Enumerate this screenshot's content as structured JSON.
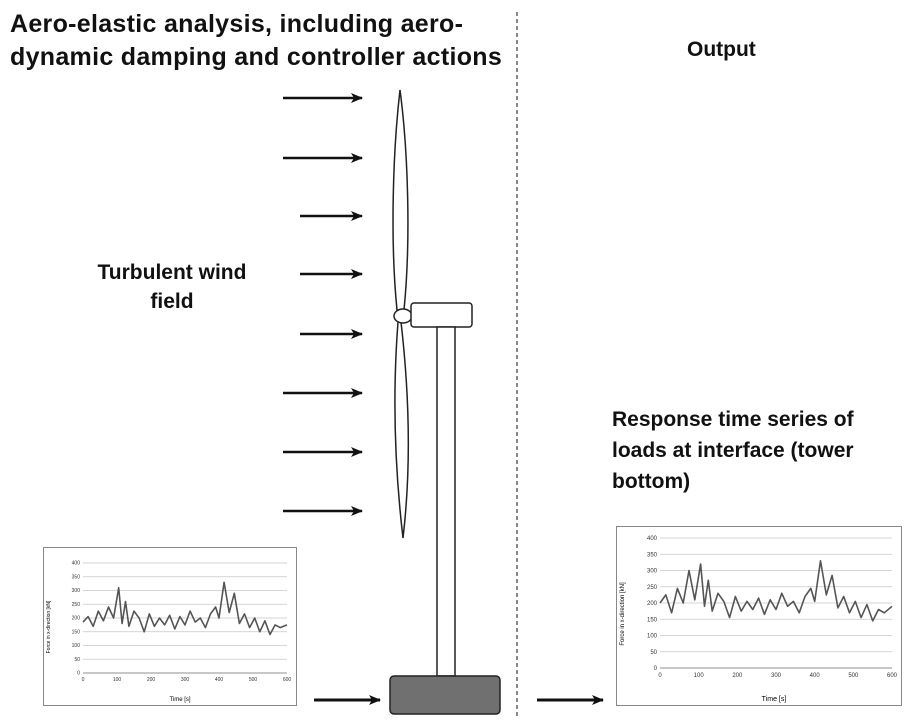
{
  "title": {
    "line1": "Aero-elastic analysis, including aero-",
    "line2": "dynamic damping and controller actions"
  },
  "output_label": "Output",
  "wind_label": {
    "line1": "Turbulent wind",
    "line2": "field"
  },
  "response_label": {
    "line1": "Response time series of",
    "line2": "loads at interface (tower",
    "line3": "bottom)"
  },
  "colors": {
    "series": "#555555",
    "foundation": "#707070",
    "arrow": "#111111",
    "divider": "#888888"
  },
  "icons": [
    "wind-arrow-icon",
    "turbine-blade-icon",
    "nacelle-icon",
    "tower-icon",
    "foundation-icon"
  ],
  "chart_data": [
    {
      "type": "line",
      "title": "",
      "xlabel": "Time [s]",
      "ylabel": "Force in x-direction [kN]",
      "xlim": [
        0,
        600
      ],
      "ylim": [
        0,
        400
      ],
      "x_ticks": [
        "0",
        "100",
        "200",
        "300",
        "400",
        "500",
        "600"
      ],
      "y_ticks": [
        "0",
        "50",
        "100",
        "150",
        "200",
        "250",
        "300",
        "350",
        "400"
      ],
      "grid": true,
      "series": [
        {
          "values": [
            [
              0,
              185
            ],
            [
              15,
              205
            ],
            [
              30,
              170
            ],
            [
              45,
              225
            ],
            [
              60,
              190
            ],
            [
              75,
              240
            ],
            [
              90,
              200
            ],
            [
              105,
              310
            ],
            [
              115,
              180
            ],
            [
              125,
              260
            ],
            [
              135,
              170
            ],
            [
              150,
              225
            ],
            [
              165,
              200
            ],
            [
              180,
              150
            ],
            [
              195,
              215
            ],
            [
              210,
              170
            ],
            [
              225,
              200
            ],
            [
              240,
              175
            ],
            [
              255,
              210
            ],
            [
              270,
              160
            ],
            [
              285,
              205
            ],
            [
              300,
              175
            ],
            [
              315,
              225
            ],
            [
              330,
              185
            ],
            [
              345,
              200
            ],
            [
              360,
              165
            ],
            [
              375,
              215
            ],
            [
              390,
              240
            ],
            [
              400,
              200
            ],
            [
              415,
              330
            ],
            [
              430,
              220
            ],
            [
              445,
              290
            ],
            [
              460,
              180
            ],
            [
              475,
              215
            ],
            [
              490,
              165
            ],
            [
              505,
              200
            ],
            [
              520,
              150
            ],
            [
              535,
              190
            ],
            [
              550,
              140
            ],
            [
              565,
              175
            ],
            [
              580,
              165
            ],
            [
              600,
              175
            ]
          ]
        }
      ]
    },
    {
      "type": "line",
      "title": "",
      "xlabel": "Time [s]",
      "ylabel": "Force in x-direction [kN]",
      "xlim": [
        0,
        600
      ],
      "ylim": [
        0,
        400
      ],
      "x_ticks": [
        "0",
        "100",
        "200",
        "300",
        "400",
        "500",
        "600"
      ],
      "y_ticks": [
        "0",
        "50",
        "100",
        "150",
        "200",
        "250",
        "300",
        "350",
        "400"
      ],
      "grid": true,
      "series": [
        {
          "values": [
            [
              0,
              200
            ],
            [
              15,
              225
            ],
            [
              30,
              170
            ],
            [
              45,
              245
            ],
            [
              60,
              200
            ],
            [
              75,
              300
            ],
            [
              90,
              210
            ],
            [
              105,
              320
            ],
            [
              115,
              190
            ],
            [
              125,
              270
            ],
            [
              135,
              175
            ],
            [
              150,
              230
            ],
            [
              165,
              205
            ],
            [
              180,
              155
            ],
            [
              195,
              220
            ],
            [
              210,
              175
            ],
            [
              225,
              205
            ],
            [
              240,
              180
            ],
            [
              255,
              215
            ],
            [
              270,
              165
            ],
            [
              285,
              210
            ],
            [
              300,
              180
            ],
            [
              315,
              230
            ],
            [
              330,
              190
            ],
            [
              345,
              205
            ],
            [
              360,
              170
            ],
            [
              375,
              220
            ],
            [
              390,
              245
            ],
            [
              400,
              205
            ],
            [
              415,
              330
            ],
            [
              430,
              225
            ],
            [
              445,
              285
            ],
            [
              460,
              185
            ],
            [
              475,
              220
            ],
            [
              490,
              170
            ],
            [
              505,
              205
            ],
            [
              520,
              155
            ],
            [
              535,
              195
            ],
            [
              550,
              145
            ],
            [
              565,
              180
            ],
            [
              580,
              170
            ],
            [
              600,
              190
            ]
          ]
        }
      ]
    }
  ]
}
